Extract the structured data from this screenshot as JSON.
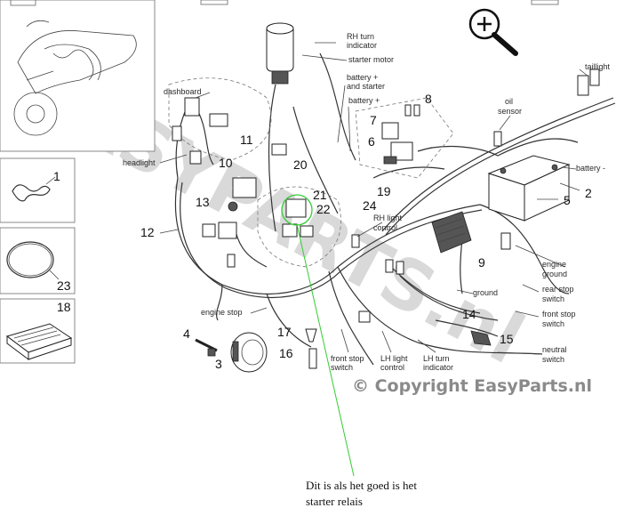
{
  "labels": {
    "rh_turn": "RH turn",
    "indicator": "indicator",
    "starter_motor": "starter motor",
    "battery_plus_and_starter_1": "battery +",
    "battery_plus_and_starter_2": "and starter",
    "battery_plus": "battery +",
    "taillight": "taillight",
    "oil": "oil",
    "sensor": "sensor",
    "battery_minus": "battery -",
    "dashboard": "dashboard",
    "headlight": "headlight",
    "rh_light": "RH light",
    "rh_control": "control",
    "engine": "engine",
    "ground_1": "ground",
    "ground": "ground",
    "rear_stop": "rear stop",
    "rear_switch": "switch",
    "front_stop": "front stop",
    "front_switch": "switch",
    "neutral": "neutral",
    "neutral_switch": "switch",
    "engine_stop": "engine stop",
    "fs_front_stop": "front stop",
    "fs_switch": "switch",
    "lh_light": "LH light",
    "lh_control": "control",
    "lh_turn": "LH turn",
    "lh_indicator": "indicator"
  },
  "part_numbers": {
    "n1": "1",
    "n2": "2",
    "n3": "3",
    "n4": "4",
    "n5": "5",
    "n6": "6",
    "n7": "7",
    "n8": "8",
    "n9": "9",
    "n10": "10",
    "n11": "11",
    "n12": "12",
    "n13": "13",
    "n14": "14",
    "n15": "15",
    "n16": "16",
    "n17": "17",
    "n18": "18",
    "n19": "19",
    "n20": "20",
    "n21": "21",
    "n22": "22",
    "n23": "23",
    "n24": "24"
  },
  "copyright": "© Copyright EasyParts.nl",
  "watermark": "EASYPARTS.nl",
  "annotation": {
    "line1": "Dit is als het goed is het",
    "line2": "starter relais"
  },
  "icons": {
    "zoom": "zoom-in-icon"
  },
  "colors": {
    "annotation_highlight": "#33cc33",
    "copyright_text": "#8a8a8a",
    "watermark": "#d9d9d9"
  }
}
